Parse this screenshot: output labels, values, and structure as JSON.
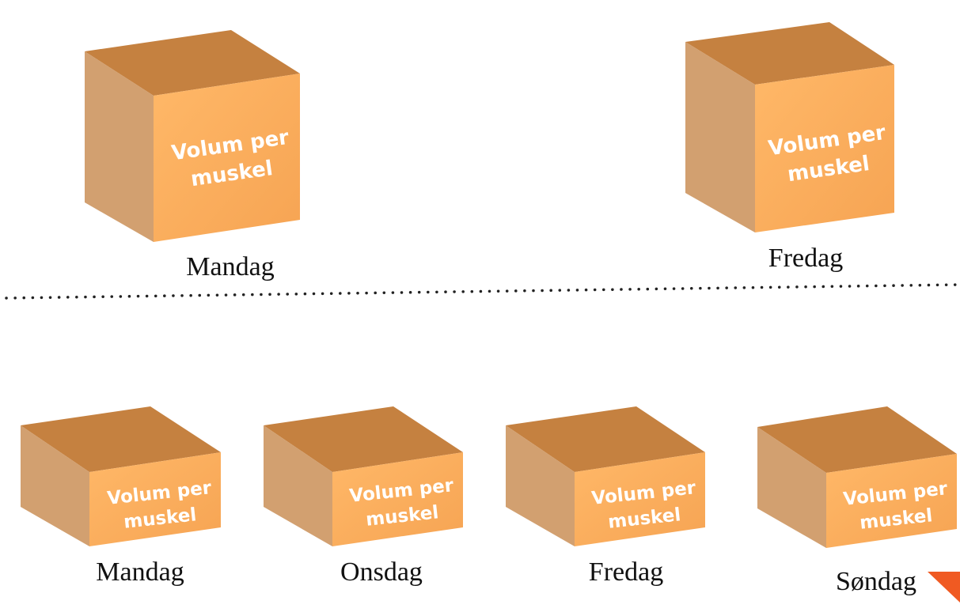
{
  "top_row": {
    "boxes": [
      {
        "line1": "Volum per",
        "line2": "muskel",
        "day": "Mandag"
      },
      {
        "line1": "Volum per",
        "line2": "muskel",
        "day": "Fredag"
      }
    ]
  },
  "bottom_row": {
    "boxes": [
      {
        "line1": "Volum per",
        "line2": "muskel",
        "day": "Mandag"
      },
      {
        "line1": "Volum per",
        "line2": "muskel",
        "day": "Onsdag"
      },
      {
        "line1": "Volum per",
        "line2": "muskel",
        "day": "Fredag"
      },
      {
        "line1": "Volum per",
        "line2": "muskel",
        "day": "Søndag"
      }
    ]
  },
  "colors": {
    "top_face": "#c58140",
    "left_face": "#d2a070",
    "front_face": "#f9aa57",
    "front_face_light": "#ffb868",
    "corner_marker": "#f05a22",
    "divider": "#222222"
  }
}
